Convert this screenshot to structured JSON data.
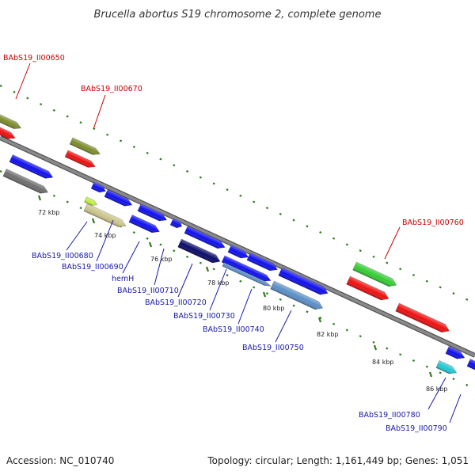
{
  "title": "Brucella abortus S19 chromosome 2, complete genome",
  "footer": {
    "accession": "Accession: NC_010740",
    "summary": "Topology: circular; Length: 1,161,449 bp; Genes: 1,051"
  },
  "colors": {
    "backbone": "#8a8a8a",
    "tick": "#2e7d1a",
    "label_red": "#cc0000",
    "label_blue": "#1a1aa6",
    "gene_blue": "#1010ee",
    "gene_red": "#ee1010",
    "gene_olive": "#7d8c2a",
    "gene_gray": "#6e6e6e",
    "gene_khaki": "#cbc58a",
    "gene_lime": "#bff23a",
    "gene_green": "#34cc34",
    "gene_navy": "#0a0a6a",
    "gene_steel": "#5a8fc7",
    "gene_cyan": "#22c8d2"
  },
  "ticks": [
    "72 kbp",
    "74 kbp",
    "76 kbp",
    "78 kbp",
    "80 kbp",
    "82 kbp",
    "84 kbp",
    "86 kbp"
  ],
  "gene_labels_top": [
    "BAbS19_II00650",
    "BAbS19_II00670",
    "BAbS19_II00760"
  ],
  "gene_labels_bottom": [
    "BAbS19_II00680",
    "BAbS19_II00690",
    "hemH",
    "BAbS19_II00710",
    "BAbS19_II00720",
    "BAbS19_II00730",
    "BAbS19_II00740",
    "BAbS19_II00750",
    "BAbS19_II00780",
    "BAbS19_II00790"
  ]
}
